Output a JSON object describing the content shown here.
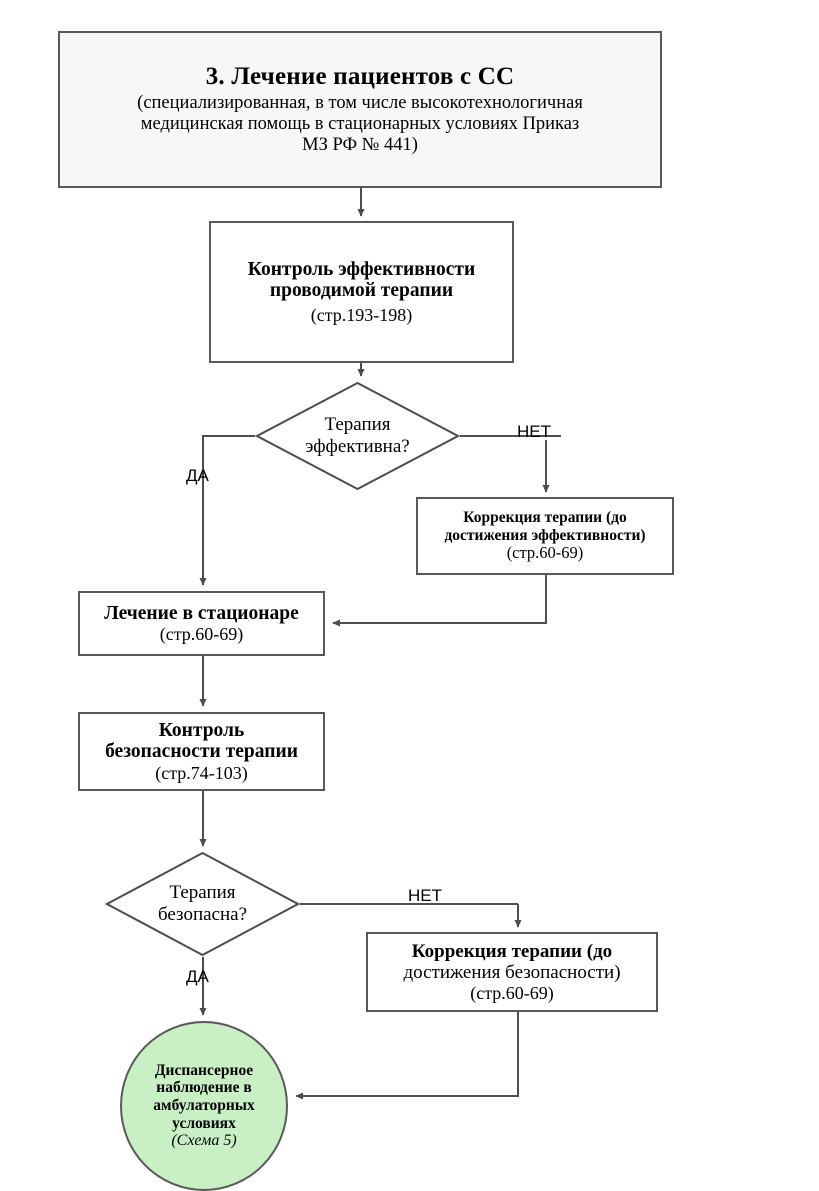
{
  "diagram": {
    "title": "3. Лечение пациентов с СС",
    "nodes": {
      "header": {
        "line1": "3. Лечение пациентов с СС",
        "line2": "(специализированная, в том числе высокотехнологичная",
        "line3": "медицинская помощь в стационарных условиях Приказ",
        "line4": "МЗ РФ № 441)"
      },
      "efficacy_control": {
        "line1": "Контроль эффективности",
        "line2": "проводимой терапии",
        "pages": "(стр.193-198)"
      },
      "decision_efficacy": {
        "line1": "Терапия",
        "line2": "эффективна?"
      },
      "correction_efficacy": {
        "line1": "Коррекция терапии (до",
        "line2": "достижения эффективности)",
        "pages": "(стр.60-69)"
      },
      "hospital_treatment": {
        "line1": "Лечение в стационаре",
        "pages": "(стр.60-69)"
      },
      "safety_control": {
        "line1": "Контроль",
        "line2": "безопасности терапии",
        "pages": "(стр.74-103)"
      },
      "decision_safety": {
        "line1": "Терапия",
        "line2": "безопасна?"
      },
      "correction_safety": {
        "line1": "Коррекция терапии (до",
        "line2": "достижения безопасности)",
        "pages": "(стр.60-69)"
      },
      "dispensary": {
        "line1": "Диспансерное",
        "line2": "наблюдение в",
        "line3": "амбулаторных",
        "line4": "условиях",
        "ref": "(Схема 5)"
      }
    },
    "edge_labels": {
      "yes_efficacy": "ДА",
      "no_efficacy": "НЕТ",
      "yes_safety": "ДА",
      "no_safety": "НЕТ"
    },
    "colors": {
      "border": "#595959",
      "header_fill": "#f7f7f7",
      "box_fill": "#ffffff",
      "terminal_fill": "#c9f0c5",
      "connector": "#4d4d4d",
      "text": "#000000"
    }
  }
}
